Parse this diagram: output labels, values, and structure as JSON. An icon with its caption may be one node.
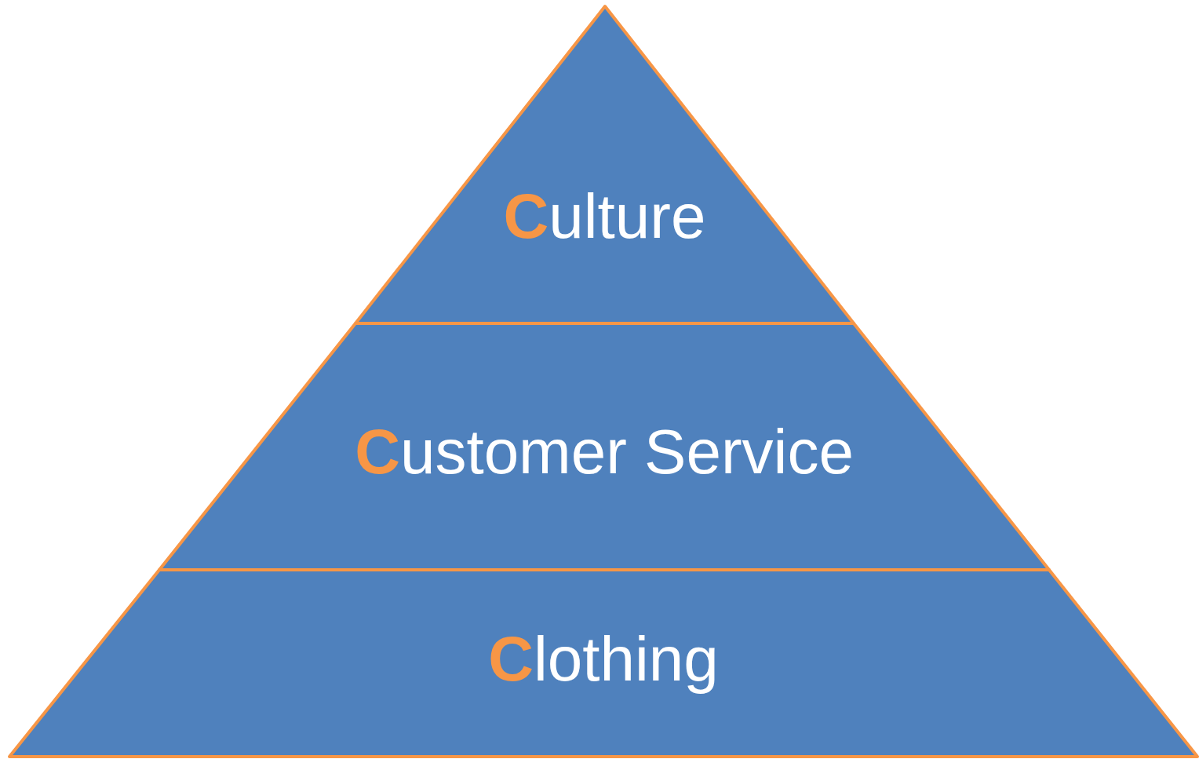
{
  "diagram": {
    "nodes": [
      {
        "text": [
          "**C**ulture"
        ]
      },
      {
        "text": [
          "**C**ustomer Service"
        ]
      },
      {
        "text": [
          "**C**lothing"
        ]
      }
    ]
  }
}
